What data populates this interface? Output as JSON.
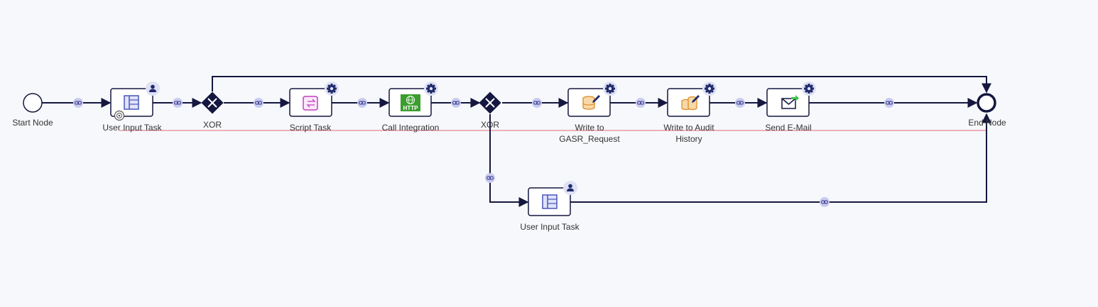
{
  "colors": {
    "background": "#f7f8fb",
    "node_border": "#14173f",
    "connector": "#14173f",
    "link_badge": "#c9cbef",
    "badge_bg": "#dfe1f4",
    "highlight_line": "#e36a7a"
  },
  "nodes": {
    "start": {
      "label": "Start Node",
      "icon": "start-circle"
    },
    "user_input_1": {
      "label": "User Input Task",
      "icon": "form-icon",
      "badge": "user-icon"
    },
    "xor_1": {
      "label": "XOR",
      "icon": "xor-gateway"
    },
    "script": {
      "label": "Script Task",
      "icon": "script-icon",
      "badge": "gear-icon"
    },
    "call_integration": {
      "label": "Call Integration",
      "icon": "http-icon",
      "icon_text": "HTTP",
      "badge": "gear-icon"
    },
    "xor_2": {
      "label": "XOR",
      "icon": "xor-gateway"
    },
    "write_gasr": {
      "label_line1": "Write to",
      "label_line2": "GASR_Request",
      "icon": "database-edit-icon",
      "badge": "gear-icon"
    },
    "write_audit": {
      "label_line1": "Write to Audit",
      "label_line2": "History",
      "icon": "database-edit-icon",
      "badge": "gear-icon"
    },
    "send_email": {
      "label": "Send E-Mail",
      "icon": "mail-send-icon",
      "badge": "gear-icon"
    },
    "end": {
      "label": "End Node",
      "icon": "end-circle"
    },
    "user_input_2": {
      "label": "User Input Task",
      "icon": "form-icon",
      "badge": "user-icon"
    }
  }
}
